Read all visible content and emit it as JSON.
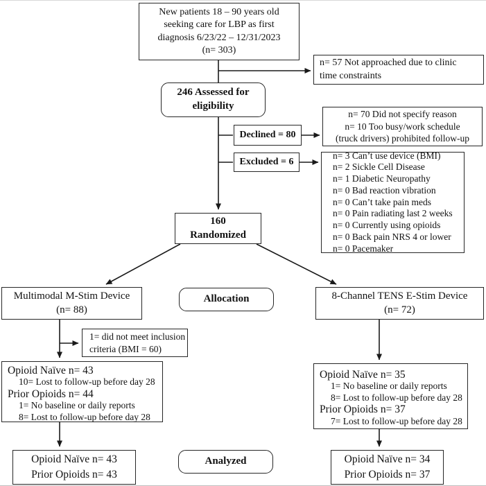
{
  "diagram": {
    "enrollment": {
      "new_patients": "New patients 18 – 90 years old\nseeking care for LBP as first\ndiagnosis 6/23/22 – 12/31/2023\n(n= 303)",
      "not_approached": "n= 57 Not approached due to clinic\ntime constraints",
      "assessed": "246 Assessed for\neligibility",
      "declined": "Declined = 80",
      "declined_reasons": "n= 70 Did not specify reason\nn= 10 Too busy/work schedule\n(truck drivers) prohibited follow-up",
      "excluded": "Excluded = 6",
      "exclusion_reasons": "n= 3 Can’t use device (BMI)\nn= 2 Sickle Cell Disease\nn= 1 Diabetic Neuropathy\nn= 0 Bad reaction vibration\nn= 0 Can’t take pain meds\nn= 0 Pain radiating last 2 weeks\nn= 0 Currently using opioids\nn= 0 Back pain NRS 4 or lower\nn= 0 Pacemaker",
      "randomized": "160\nRandomized"
    },
    "allocation": {
      "stage_label": "Allocation",
      "mstim_arm": "Multimodal M-Stim Device\n(n= 88)",
      "tens_arm": "8-Channel TENS E-Stim Device\n(n= 72)",
      "mstim_exclusion": "1= did not meet inclusion\ncriteria (BMI = 60)"
    },
    "followup": {
      "mstim": {
        "lines": [
          {
            "text": "Opioid Naïve n= 43",
            "type": "main"
          },
          {
            "text": "10= Lost to follow-up before day 28",
            "type": "sub"
          },
          {
            "text": "Prior Opioids n= 44",
            "type": "main"
          },
          {
            "text": "1= No baseline or daily reports",
            "type": "sub"
          },
          {
            "text": "8= Lost to follow-up before day 28",
            "type": "sub"
          }
        ]
      },
      "tens": {
        "lines": [
          {
            "text": "Opioid Naïve n= 35",
            "type": "main"
          },
          {
            "text": "1= No baseline or daily reports",
            "type": "sub"
          },
          {
            "text": "8= Lost to follow-up before day 28",
            "type": "sub"
          },
          {
            "text": "Prior Opioids n= 37",
            "type": "main"
          },
          {
            "text": "7= Lost to follow-up before day 28",
            "type": "sub"
          }
        ]
      }
    },
    "analysis": {
      "stage_label": "Analyzed",
      "mstim": "Opioid Naïve n= 43\nPrior Opioids n= 43",
      "tens": "Opioid Naïve n= 34\nPrior Opioids n= 37"
    }
  },
  "colors": {
    "box_border": "#262626",
    "line": "#1a1a1a",
    "background": "#ffffff",
    "text": "#111111"
  }
}
